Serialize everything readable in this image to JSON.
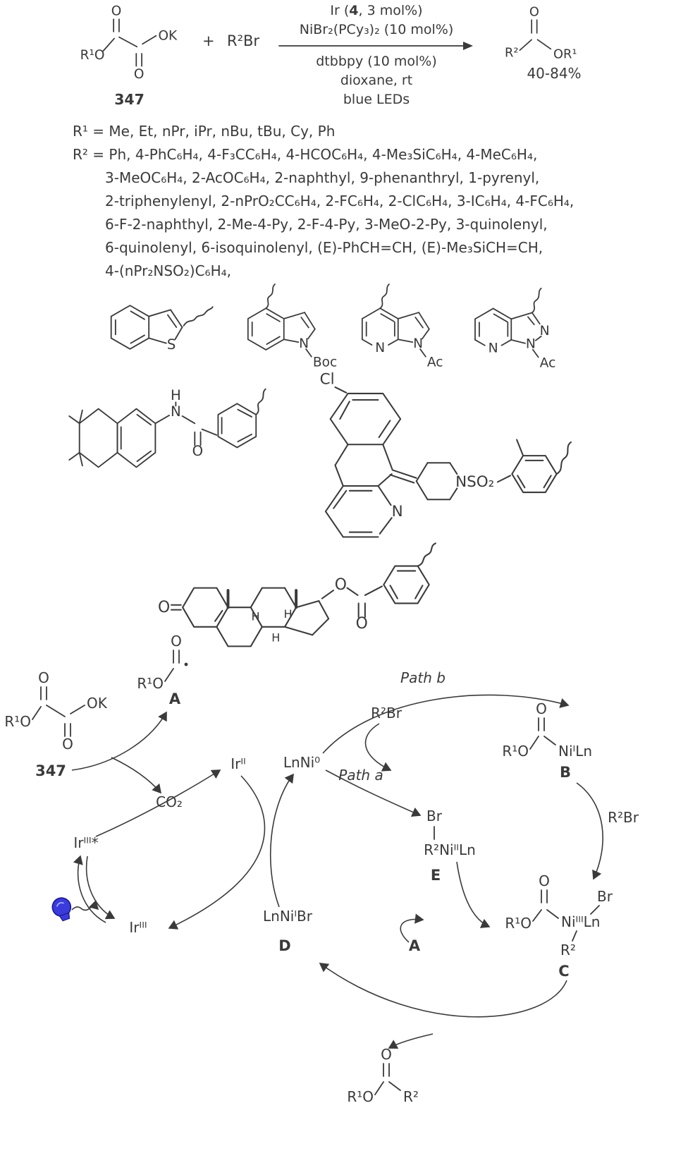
{
  "colors": {
    "ink": "#3a3a3a",
    "bulb_blue": "#3b3bdc"
  },
  "atoms": {
    "O": "O",
    "OK": "OK",
    "S": "S",
    "N": "N",
    "H": "H",
    "Br": "Br",
    "Cl": "Cl",
    "Boc": "Boc",
    "Ac": "Ac",
    "NSO2": "NSO₂",
    "R1O": "R¹O",
    "OR1": "OR¹",
    "R2": "R²",
    "R2Br": "R²Br",
    "plus": "+"
  },
  "reaction": {
    "compound_number": "347",
    "cond_ir_pre": "Ir (",
    "cond_ir_cat": "4",
    "cond_ir_post": ", 3 mol%)",
    "cond_nickel": "NiBr₂(PCy₃)₂ (10 mol%)",
    "cond_ligand": "dtbbpy (10 mol%)",
    "cond_solvent": "dioxane, rt",
    "cond_light": "blue LEDs",
    "yield": "40-84%"
  },
  "scope": {
    "lines": [
      "R¹ = Me, Et, nPr, iPr, nBu, tBu, Cy, Ph",
      "R² = Ph, 4-PhC₆H₄, 4-F₃CC₆H₄, 4-HCOC₆H₄, 4-Me₃SiC₆H₄, 4-MeC₆H₄,",
      "3-MeOC₆H₄, 2-AcOC₆H₄, 2-naphthyl, 9-phenanthryl, 1-pyrenyl,",
      "2-triphenylenyl, 2-nPrO₂CC₆H₄, 2-FC₆H₄, 2-ClC₆H₄, 3-IC₆H₄, 4-FC₆H₄,",
      "6-F-2-naphthyl, 2-Me-4-Py, 2-F-4-Py, 3-MeO-2-Py, 3-quinolenyl,",
      "6-quinolenyl, 6-isoquinolenyl, (E)-PhCH=CH, (E)-Me₃SiCH=CH,",
      "4-(nPr₂NSO₂)C₆H₄,"
    ]
  },
  "mechanism": {
    "ir2": "Irᴵᴵ",
    "ir3_star": "Irᴵᴵᴵ*",
    "ir3": "Irᴵᴵᴵ",
    "co2": "CO₂",
    "ni0": "LnNi⁰",
    "ni1br": "LnNiᴵBr",
    "ni1ln": "NiᴵLn",
    "r2ni2ln": "R²NiᴵᴵLn",
    "ni3ln": "NiᴵᴵᴵLn",
    "path_a": "Path a",
    "path_b": "Path b",
    "label_a": "A",
    "label_b": "B",
    "label_c": "C",
    "label_d": "D",
    "label_e": "E"
  }
}
